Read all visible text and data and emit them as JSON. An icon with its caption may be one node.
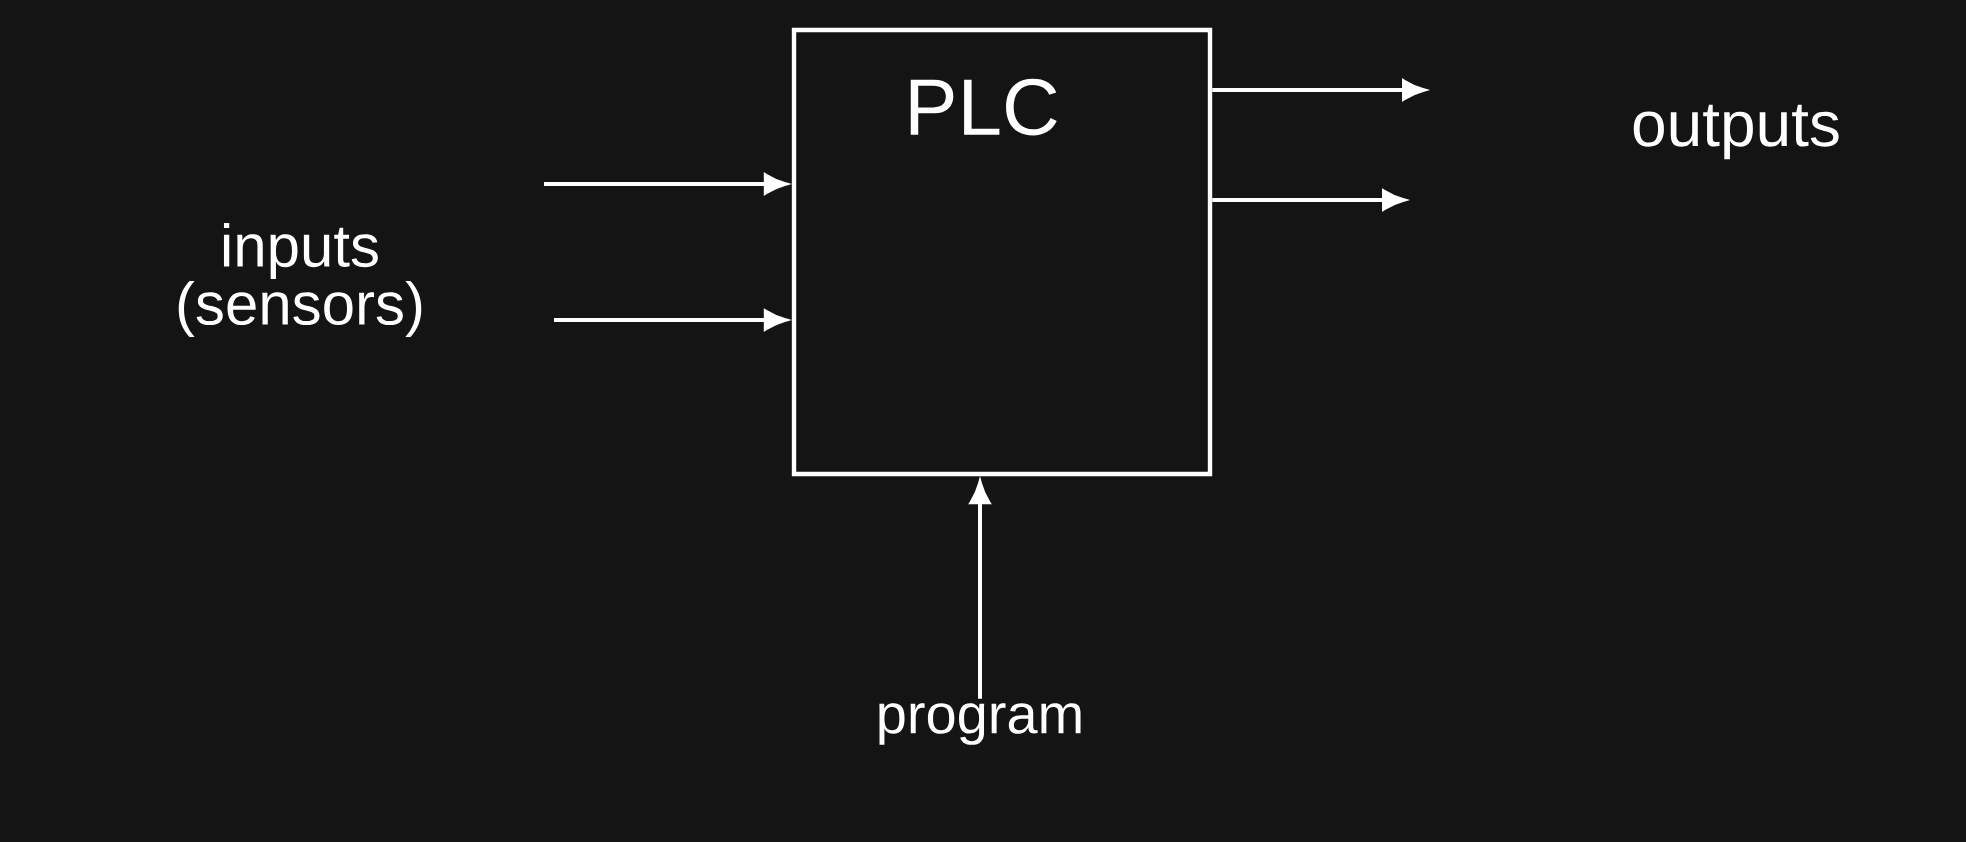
{
  "diagram": {
    "nodes": [
      {
        "text": [
          "PLC"
        ]
      },
      {
        "text": [
          "program"
        ]
      }
    ],
    "edges": [
      {
        "from": null,
        "to": 0,
        "arrow": "to"
      },
      {
        "from": null,
        "to": 0,
        "arrow": "to"
      },
      {
        "from": 0,
        "to": null,
        "arrow": "to"
      },
      {
        "from": 0,
        "to": null,
        "arrow": "to"
      },
      {
        "from": 1,
        "to": 0,
        "arrow": "to"
      }
    ],
    "labels": [
      "inputs (sensors)",
      "outputs"
    ]
  }
}
